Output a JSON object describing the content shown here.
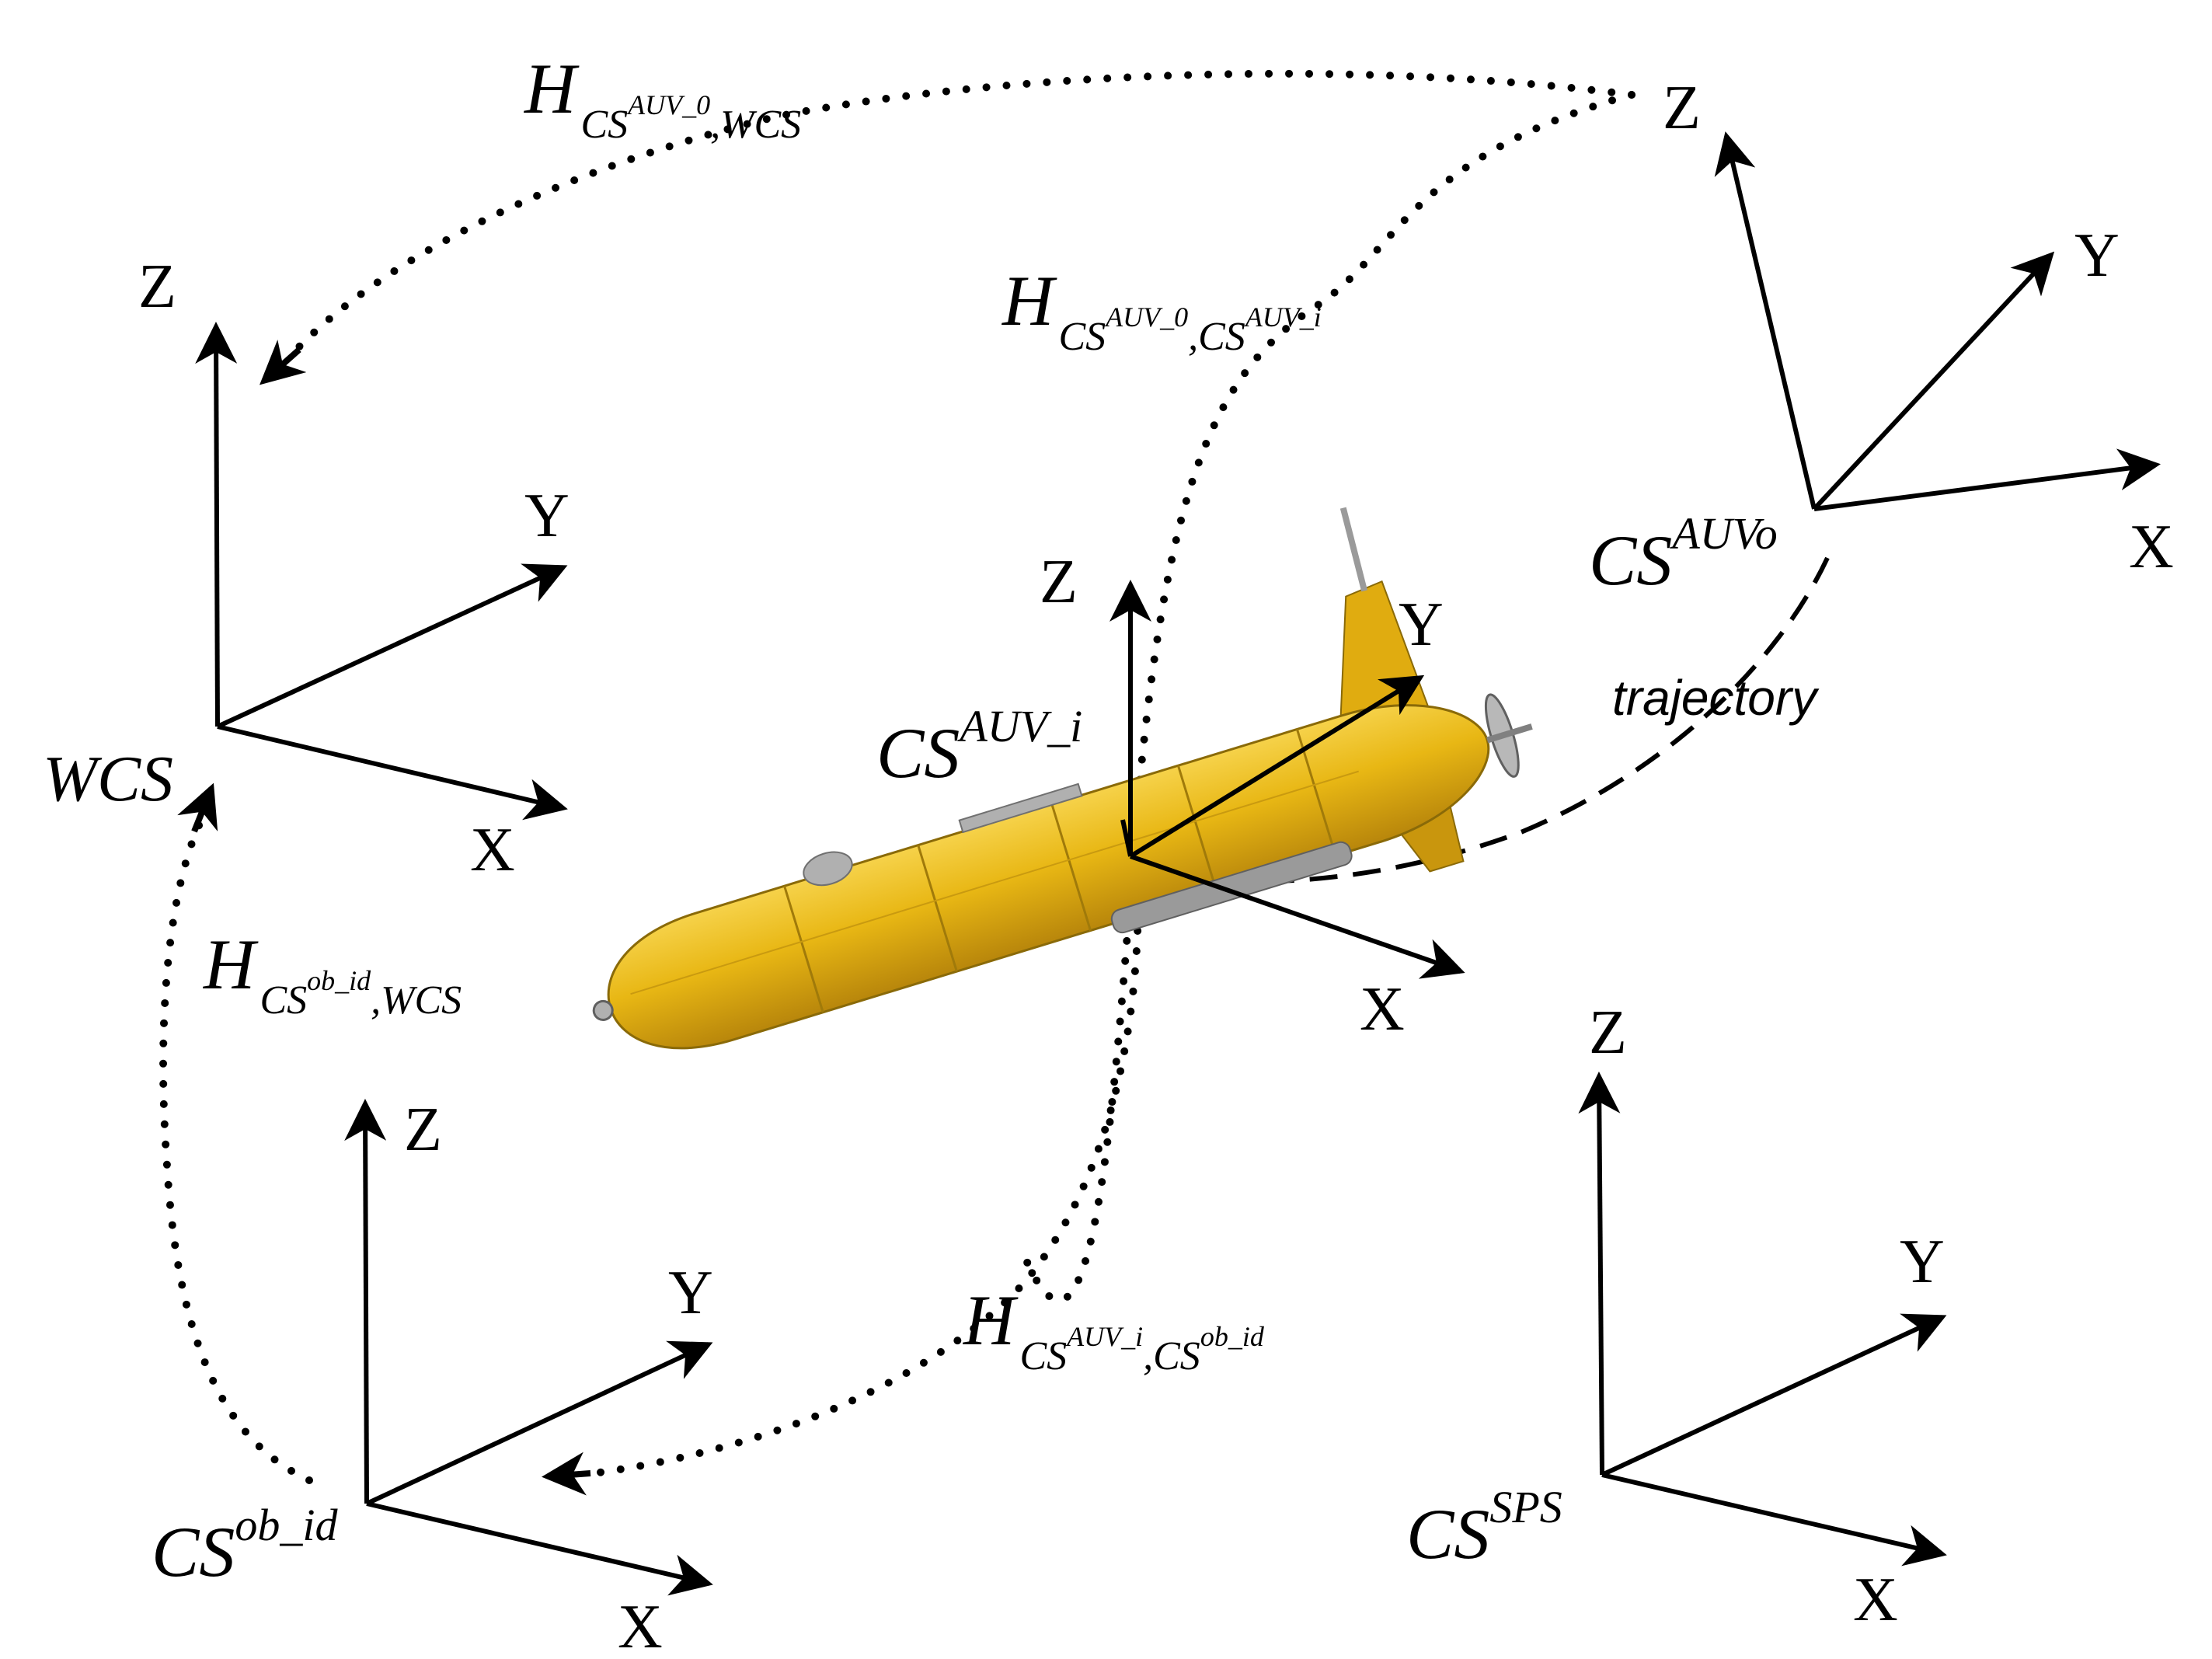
{
  "axis_labels": {
    "x": "X",
    "y": "Y",
    "z": "Z"
  },
  "frames": {
    "wcs": {
      "name": "WCS"
    },
    "cs_auvo": {
      "base": "CS",
      "sup": "AUVo"
    },
    "cs_auv_i": {
      "base": "CS",
      "sup": "AUV_i"
    },
    "cs_ob_id": {
      "base": "CS",
      "sup": "ob_id"
    },
    "cs_sps": {
      "base": "CS",
      "sup": "SPS"
    }
  },
  "transforms": {
    "h_auv0_wcs": {
      "h": "H",
      "sub_base": "CS",
      "sub_sup": "AUV_0",
      "sub_tail": ",WCS"
    },
    "h_auv0_auvi": {
      "h": "H",
      "sub_base": "CS",
      "sub_sup": "AUV_0",
      "sub_mid": ",CS",
      "sub_sup2": "AUV_i"
    },
    "h_obid_wcs": {
      "h": "H",
      "sub_base": "CS",
      "sub_sup": "ob_id",
      "sub_tail": ",WCS"
    },
    "h_auvi_obid": {
      "h": "H",
      "sub_base": "CS",
      "sub_sup": "AUV_i",
      "sub_mid": ",CS",
      "sub_sup2": "ob_id"
    }
  },
  "trajectory_label": "trajectory",
  "colors": {
    "auv_body": "#e8b714",
    "auv_dark": "#b8860b",
    "lines": "#000000",
    "fittings": "#b0b0b0"
  },
  "icons": {
    "vehicle": "auv-submarine-icon"
  }
}
